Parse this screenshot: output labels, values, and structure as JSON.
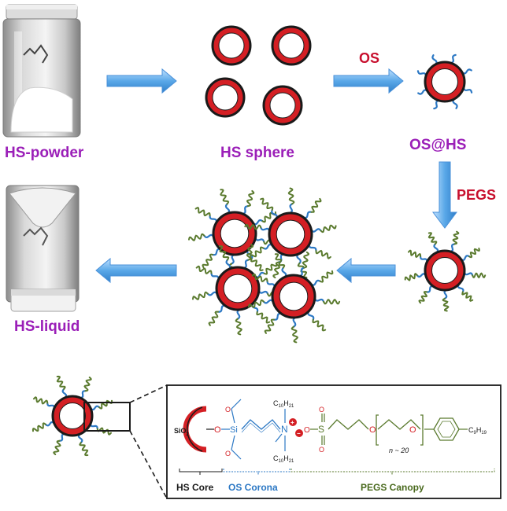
{
  "labels": {
    "hs_powder": "HS-powder",
    "hs_sphere": "HS sphere",
    "os_step": "OS",
    "os_at_hs": "OS@HS",
    "pegs_step": "PEGS",
    "hs_liquid": "HS-liquid"
  },
  "molecule": {
    "core_formula": "SiO",
    "core_subscript": "2",
    "atom_o1": "O",
    "atom_si": "Si",
    "atom_n": "N",
    "atom_s": "S",
    "atom_o_chain1": "O",
    "atom_o_chain2": "O",
    "charge_plus": "+",
    "charge_minus": "−",
    "alkyl_top": "C",
    "alkyl_top_sub": "10",
    "alkyl_top_h": "H",
    "alkyl_top_h_sub": "21",
    "alkyl_bottom": "C",
    "alkyl_bottom_sub": "10",
    "alkyl_bottom_h": "H",
    "alkyl_bottom_h_sub": "21",
    "tail": "C",
    "tail_sub": "9",
    "tail_h": "H",
    "tail_h_sub": "19",
    "repeat": "n ~ 20"
  },
  "segments": {
    "core": "HS Core",
    "corona": "OS Corona",
    "canopy": "PEGS Canopy"
  },
  "colors": {
    "sphere_ring": "#d41f24",
    "sphere_border": "#1a1a1a",
    "arrow": "#5aa8e8",
    "label_purple": "#9b1fb8",
    "label_red": "#c8102e",
    "corona_blue": "#2c78c4",
    "canopy_green": "#5a7a2e"
  }
}
